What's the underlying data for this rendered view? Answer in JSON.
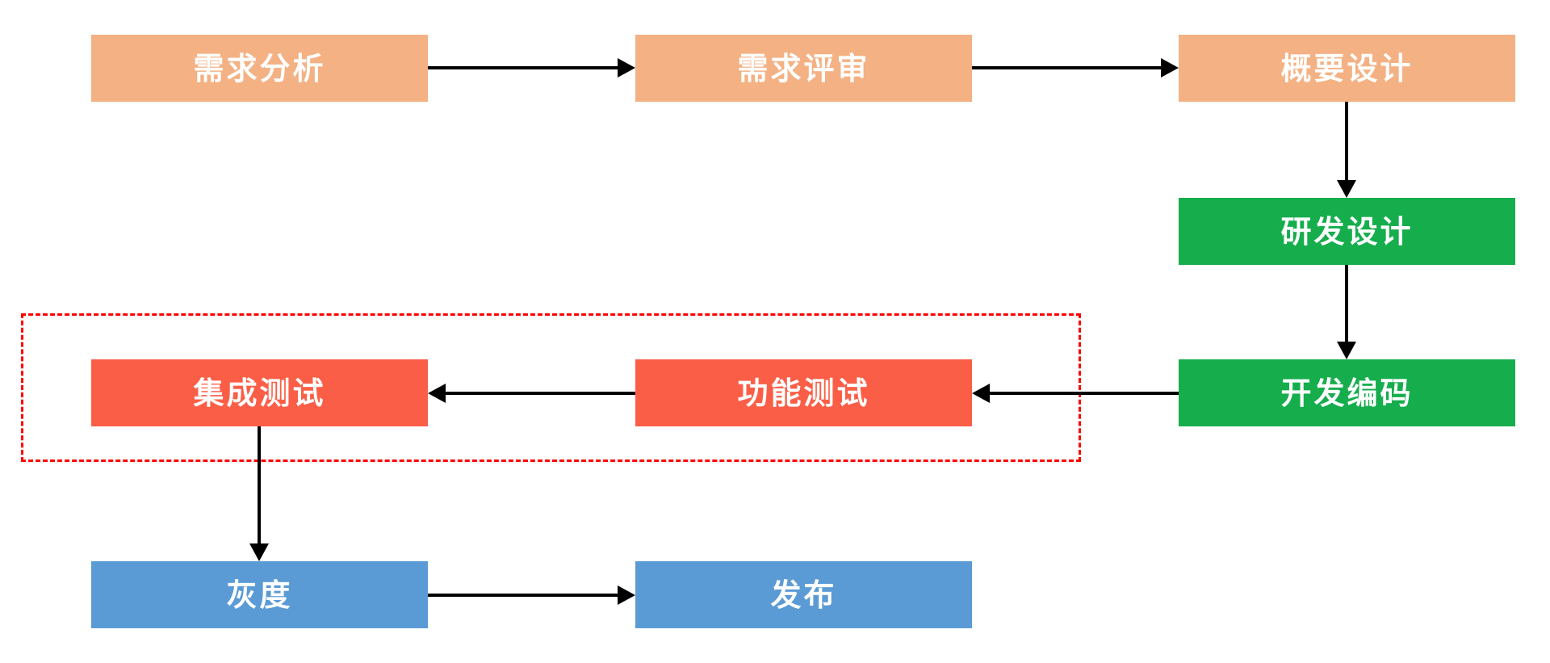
{
  "diagram": {
    "type": "flowchart",
    "labels_language": "zh-CN",
    "nodes": [
      {
        "id": "requirements-analysis",
        "label": "需求分析",
        "color": "#F4B183",
        "text_color": "#FFFFFF"
      },
      {
        "id": "requirements-review",
        "label": "需求评审",
        "color": "#F4B183",
        "text_color": "#FFFFFF"
      },
      {
        "id": "outline-design",
        "label": "概要设计",
        "color": "#F4B183",
        "text_color": "#FFFFFF"
      },
      {
        "id": "rd-design",
        "label": "研发设计",
        "color": "#16AD4D",
        "text_color": "#FFFFFF"
      },
      {
        "id": "development-coding",
        "label": "开发编码",
        "color": "#16AD4D",
        "text_color": "#FFFFFF"
      },
      {
        "id": "functional-testing",
        "label": "功能测试",
        "color": "#FB5E46",
        "text_color": "#FFFFFF"
      },
      {
        "id": "integration-testing",
        "label": "集成测试",
        "color": "#FB5E46",
        "text_color": "#FFFFFF"
      },
      {
        "id": "gray-release",
        "label": "灰度",
        "color": "#5B9BD5",
        "text_color": "#FFFFFF"
      },
      {
        "id": "release",
        "label": "发布",
        "color": "#5B9BD5",
        "text_color": "#FFFFFF"
      }
    ],
    "edges": [
      {
        "from": "requirements-analysis",
        "to": "requirements-review"
      },
      {
        "from": "requirements-review",
        "to": "outline-design"
      },
      {
        "from": "outline-design",
        "to": "rd-design"
      },
      {
        "from": "rd-design",
        "to": "development-coding"
      },
      {
        "from": "development-coding",
        "to": "functional-testing"
      },
      {
        "from": "functional-testing",
        "to": "integration-testing"
      },
      {
        "from": "integration-testing",
        "to": "gray-release"
      },
      {
        "from": "gray-release",
        "to": "release"
      }
    ],
    "dashed_group": {
      "contains": [
        "integration-testing",
        "functional-testing"
      ],
      "border_color": "#FF0000",
      "border_style": "dashed"
    },
    "arrow_color": "#000000",
    "background_color": "#FFFFFF"
  }
}
